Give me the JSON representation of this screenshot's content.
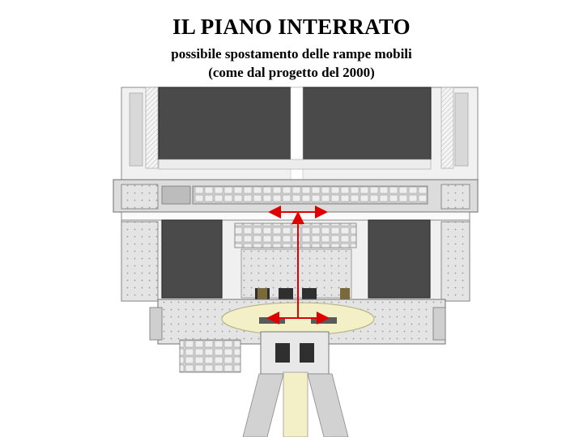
{
  "slide": {
    "title": "IL PIANO INTERRATO",
    "subtitle_line1": "possibile spostamento delle rampe mobili",
    "subtitle_line2": "(come dal progetto del 2000)"
  },
  "colors": {
    "dark_block": "#4a4a4a",
    "light_floor": "#e2e2e2",
    "highlight": "#f3f0c8",
    "arrow": "#e00000"
  }
}
